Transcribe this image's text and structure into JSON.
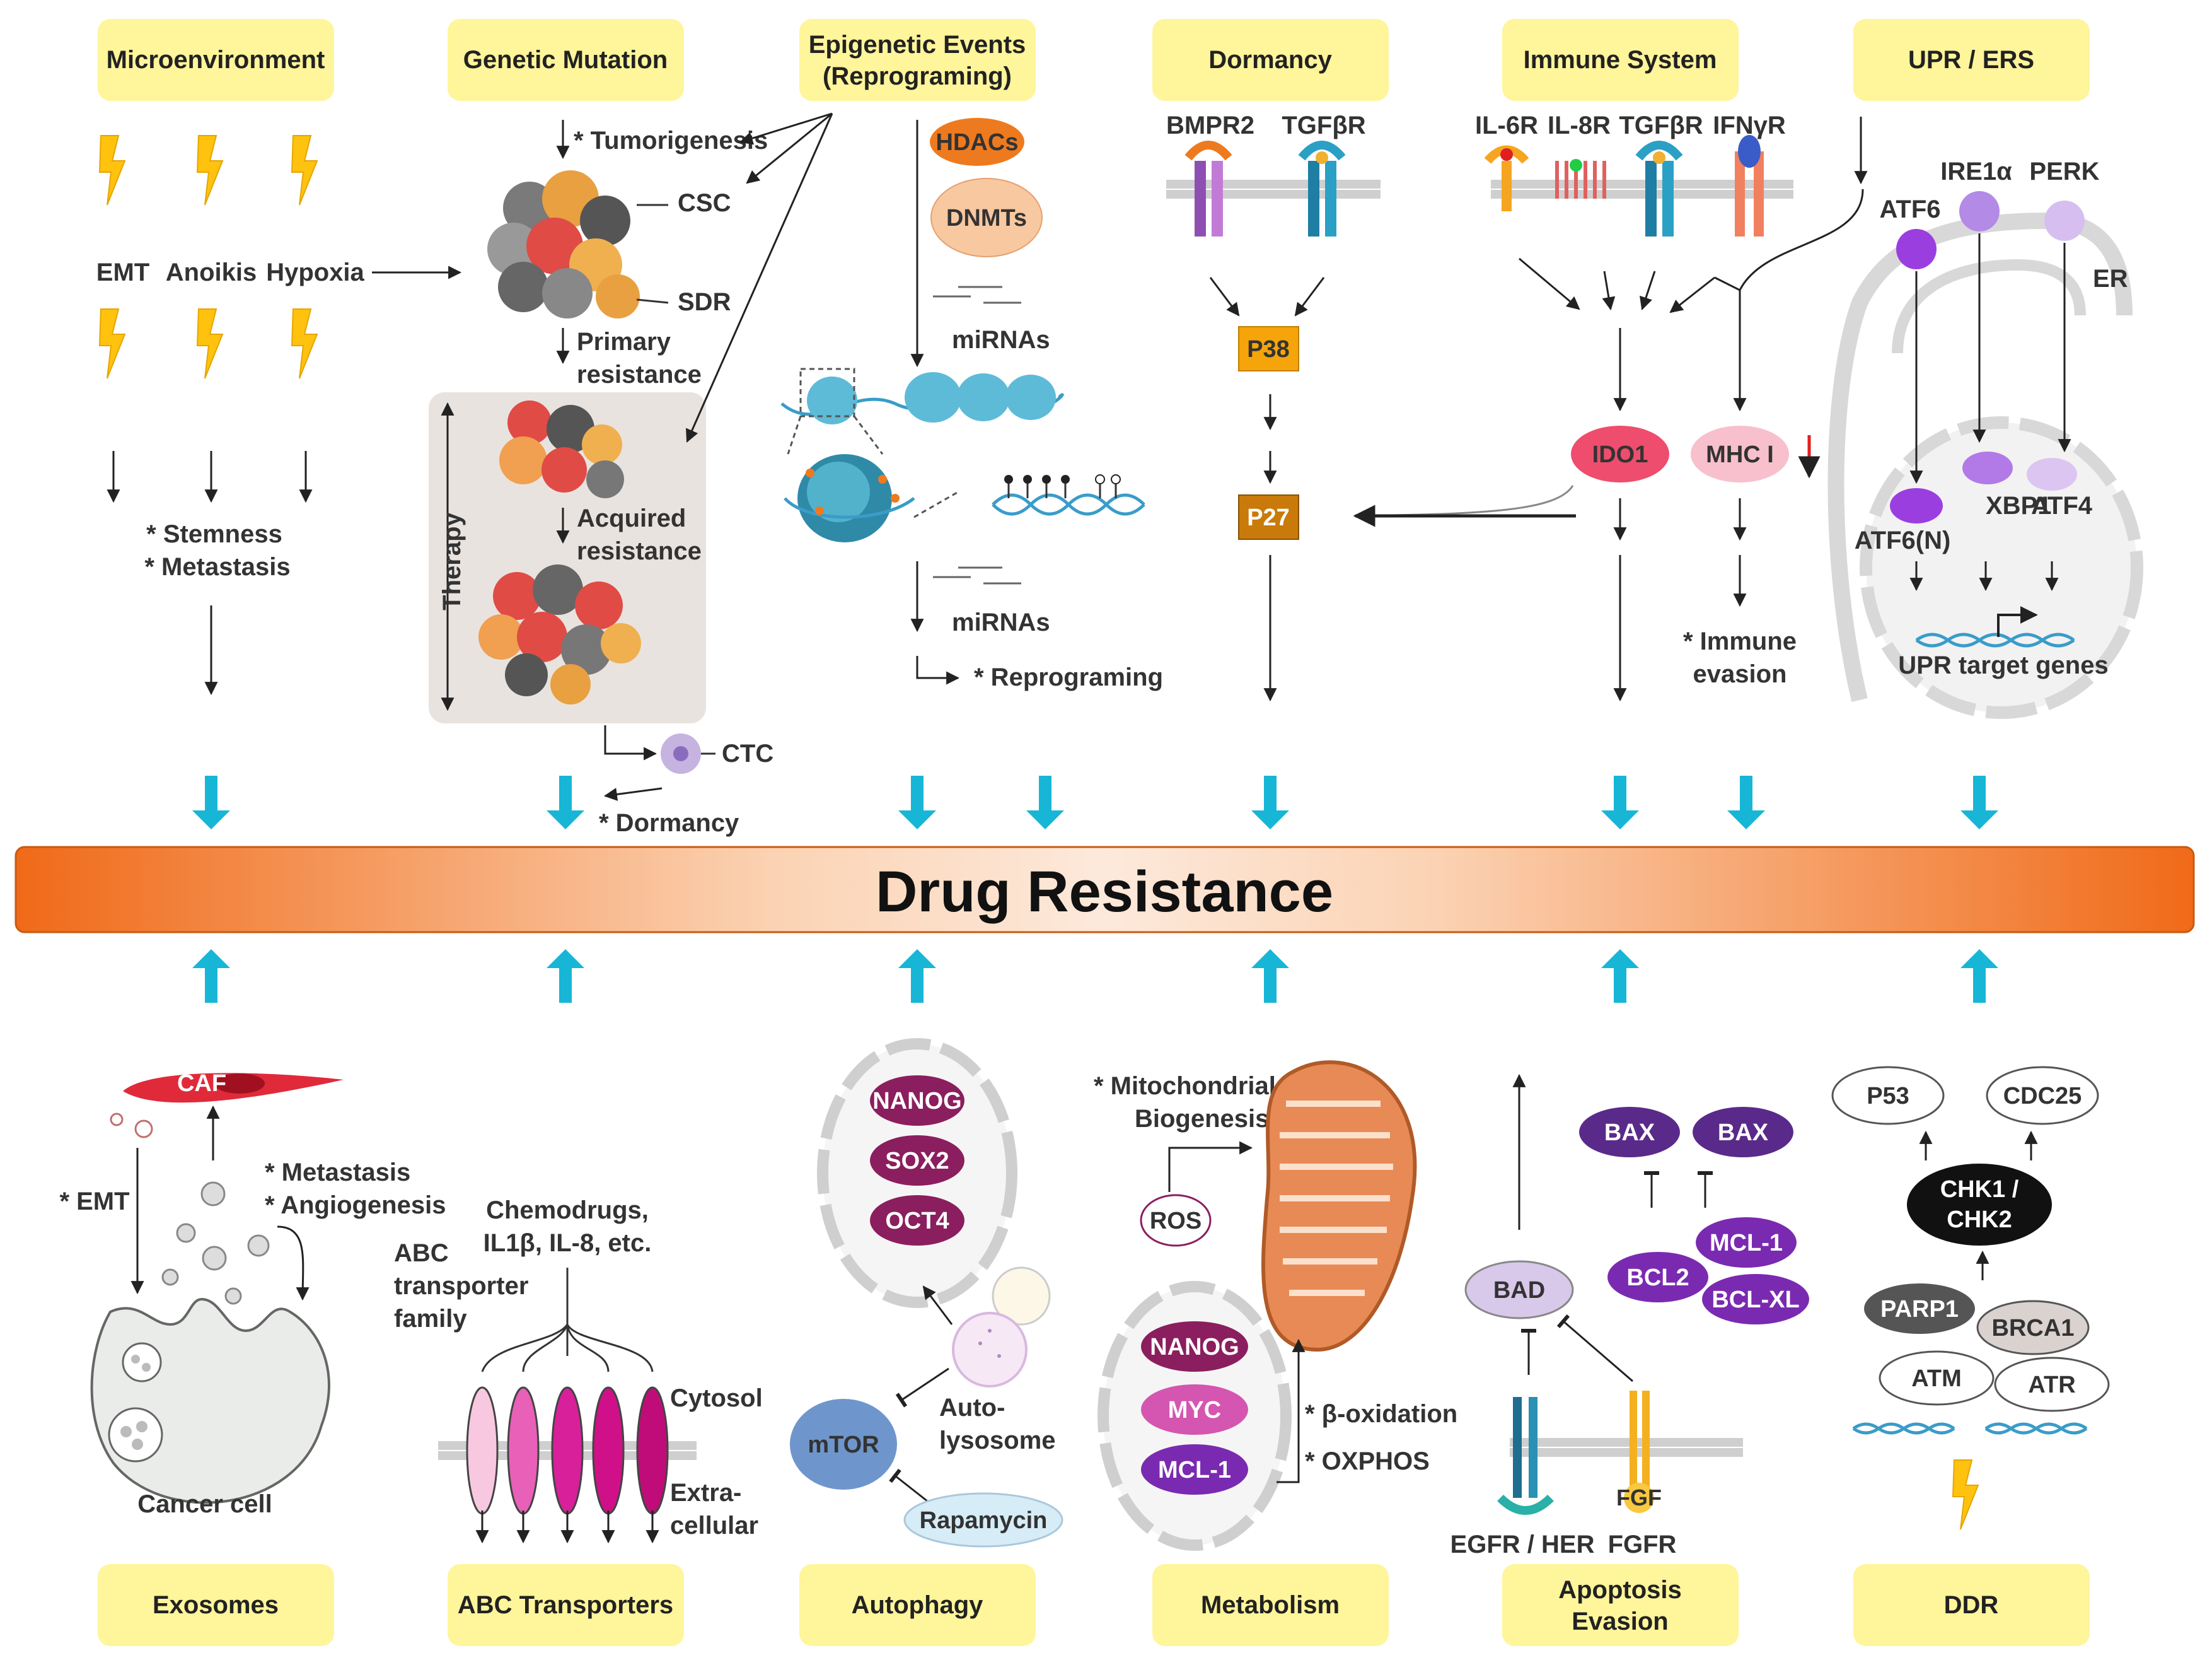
{
  "main_title": "Drug Resistance",
  "colors": {
    "header_fill": "#fff59a",
    "arrow_cyan": "#17b6d6",
    "bar_dark": "#f07020",
    "bar_light": "#fde6d4",
    "magenta": "#8b1e5e",
    "purple": "#6a2ca0",
    "orange": "#ee7a1f",
    "peach": "#f8c8a0"
  },
  "icons": [
    "lightning-icon",
    "tumor-cluster-icon",
    "receptor-icon",
    "nucleosome-icon",
    "dna-icon",
    "mitochondrion-icon",
    "vesicle-icon",
    "transporter-icon"
  ],
  "top_headers": [
    "Microenvironment",
    "Genetic Mutation",
    "Epigenetic Events",
    "(Reprograming)",
    "Dormancy",
    "Immune System",
    "UPR / ERS"
  ],
  "bottom_headers": [
    "Exosomes",
    "ABC Transporters",
    "Autophagy",
    "Metabolism",
    "Apoptosis",
    "Evasion",
    "DDR"
  ],
  "microenv": {
    "emt": "EMT",
    "anoikis": "Anoikis",
    "hypoxia": "Hypoxia",
    "stemness": "* Stemness",
    "metastasis": "* Metastasis"
  },
  "genetic": {
    "tumorigenesis": "* Tumorigenesis",
    "csc": "CSC",
    "sdr": "SDR",
    "primary1": "Primary",
    "primary2": "resistance",
    "therapy": "Therapy",
    "acquired1": "Acquired",
    "acquired2": "resistance",
    "ctc": "CTC",
    "dormancy": "* Dormancy"
  },
  "epigenetic": {
    "hdacs": "HDACs",
    "dnmts": "DNMTs",
    "mirnas1": "miRNAs",
    "mirnas2": "miRNAs",
    "reprograming": "* Reprograming"
  },
  "dormancy": {
    "bmpr2": "BMPR2",
    "tgfbr": "TGFβR",
    "p38": "P38",
    "p27": "P27"
  },
  "immune": {
    "il6r": "IL-6R",
    "il8r": "IL-8R",
    "tgfbr": "TGFβR",
    "ifngr": "IFNγR",
    "ido1": "IDO1",
    "mhc": "MHC I",
    "evasion1": "* Immune",
    "evasion2": "evasion"
  },
  "upr": {
    "ire1a": "IRE1α",
    "perk": "PERK",
    "atf6": "ATF6",
    "er": "ER",
    "xbp1": "XBP1",
    "atf4": "ATF4",
    "atf6n": "ATF6(N)",
    "target": "UPR target genes"
  },
  "exosomes": {
    "caf": "CAF",
    "emt": "* EMT",
    "metastasis": "* Metastasis",
    "angiogenesis": "* Angiogenesis",
    "cancer_cell": "Cancer cell"
  },
  "abc": {
    "chemo1": "Chemodrugs,",
    "chemo2": "IL1β, IL-8, etc.",
    "family1": "ABC",
    "family2": "transporter",
    "family3": "family",
    "cytosol": "Cytosol",
    "extra1": "Extra-",
    "extra2": "cellular"
  },
  "autophagy": {
    "nanog": "NANOG",
    "sox2": "SOX2",
    "oct4": "OCT4",
    "mtor": "mTOR",
    "auto1": "Auto-",
    "auto2": "lysosome",
    "rapamycin": "Rapamycin"
  },
  "metabolism": {
    "mito1": "* Mitochondrial",
    "mito2": "Biogenesis",
    "ros": "ROS",
    "nanog": "NANOG",
    "myc": "MYC",
    "mcl1": "MCL-1",
    "beta": "* β-oxidation",
    "oxphos": "* OXPHOS"
  },
  "apoptosis": {
    "bax1": "BAX",
    "bax2": "BAX",
    "bcl2": "BCL2",
    "mcl1": "MCL-1",
    "bclxl": "BCL-XL",
    "bad": "BAD",
    "egfr": "EGFR / HER",
    "fgfr": "FGFR",
    "fgf": "FGF"
  },
  "ddr": {
    "p53": "P53",
    "cdc25": "CDC25",
    "chk1": "CHK1 /",
    "chk2": "CHK2",
    "parp1": "PARP1",
    "brca1": "BRCA1",
    "atm": "ATM",
    "atr": "ATR"
  }
}
